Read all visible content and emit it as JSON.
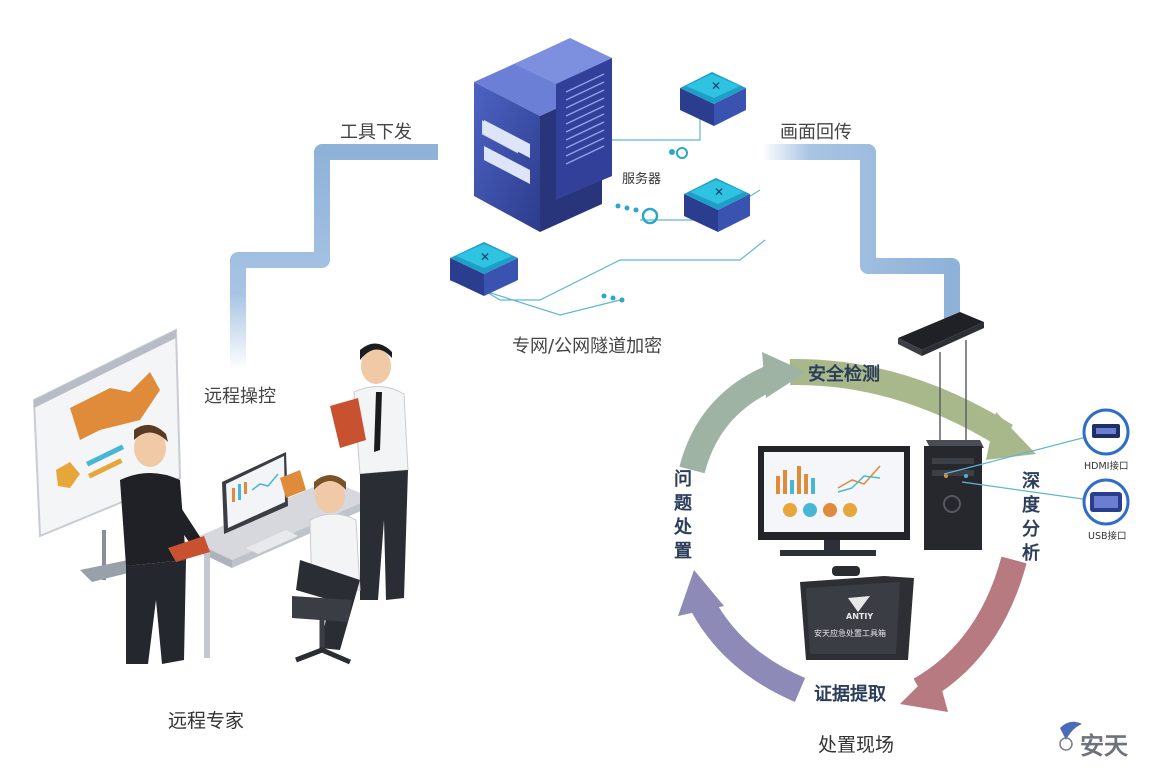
{
  "labels": {
    "tool_dispatch": "工具下发",
    "screen_return": "画面回传",
    "server": "服务器",
    "tunnel_encryption": "专网/公网隧道加密",
    "remote_control": "远程操控",
    "remote_expert": "远程专家",
    "onsite_handling": "处置现场",
    "security_detection": "安全检测",
    "deep_analysis": "深度分析",
    "evidence_extraction": "证据提取",
    "problem_handling": "问题处置",
    "hdmi_port": "HDMI接口",
    "usb_port": "USB接口",
    "toolbox_brand": "ANTIY",
    "toolbox_caption": "安天应急处置工具箱",
    "watermark": "安天"
  },
  "colors": {
    "flow_line": "#8fb2d8",
    "server_blue": "#3a4fa8",
    "node_cyan": "#2aa7c9",
    "cycle_green": "#9fb3a5",
    "cycle_olive": "#a8b88a",
    "cycle_red": "#b77a80",
    "cycle_purple": "#8d8ab8"
  }
}
